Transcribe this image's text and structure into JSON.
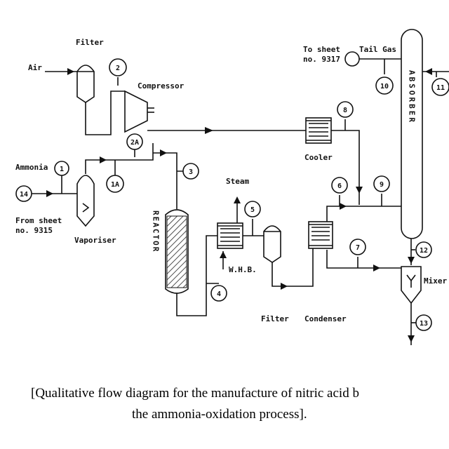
{
  "labels": {
    "air": "Air",
    "filter_top": "Filter",
    "compressor": "Compressor",
    "ammonia": "Ammonia",
    "from_sheet_1": "From sheet",
    "from_sheet_2": "no. 9315",
    "vaporiser": "Vaporiser",
    "reactor": "REACTOR",
    "steam": "Steam",
    "whb": "W.H.B.",
    "filter_bottom": "Filter",
    "condenser": "Condenser",
    "cooler": "Cooler",
    "to_sheet_1": "To sheet",
    "to_sheet_2": "no. 9317",
    "tail_gas": "Tail Gas",
    "absorber": "ABSORBER",
    "mixer": "Mixer"
  },
  "streams": [
    "1",
    "1A",
    "2",
    "2A",
    "3",
    "4",
    "5",
    "6",
    "7",
    "8",
    "9",
    "10",
    "11",
    "12",
    "13",
    "14"
  ],
  "caption": {
    "line1": "[Qualitative flow diagram for the manufacture of nitric acid b",
    "line2": "the ammonia-oxidation process]."
  }
}
